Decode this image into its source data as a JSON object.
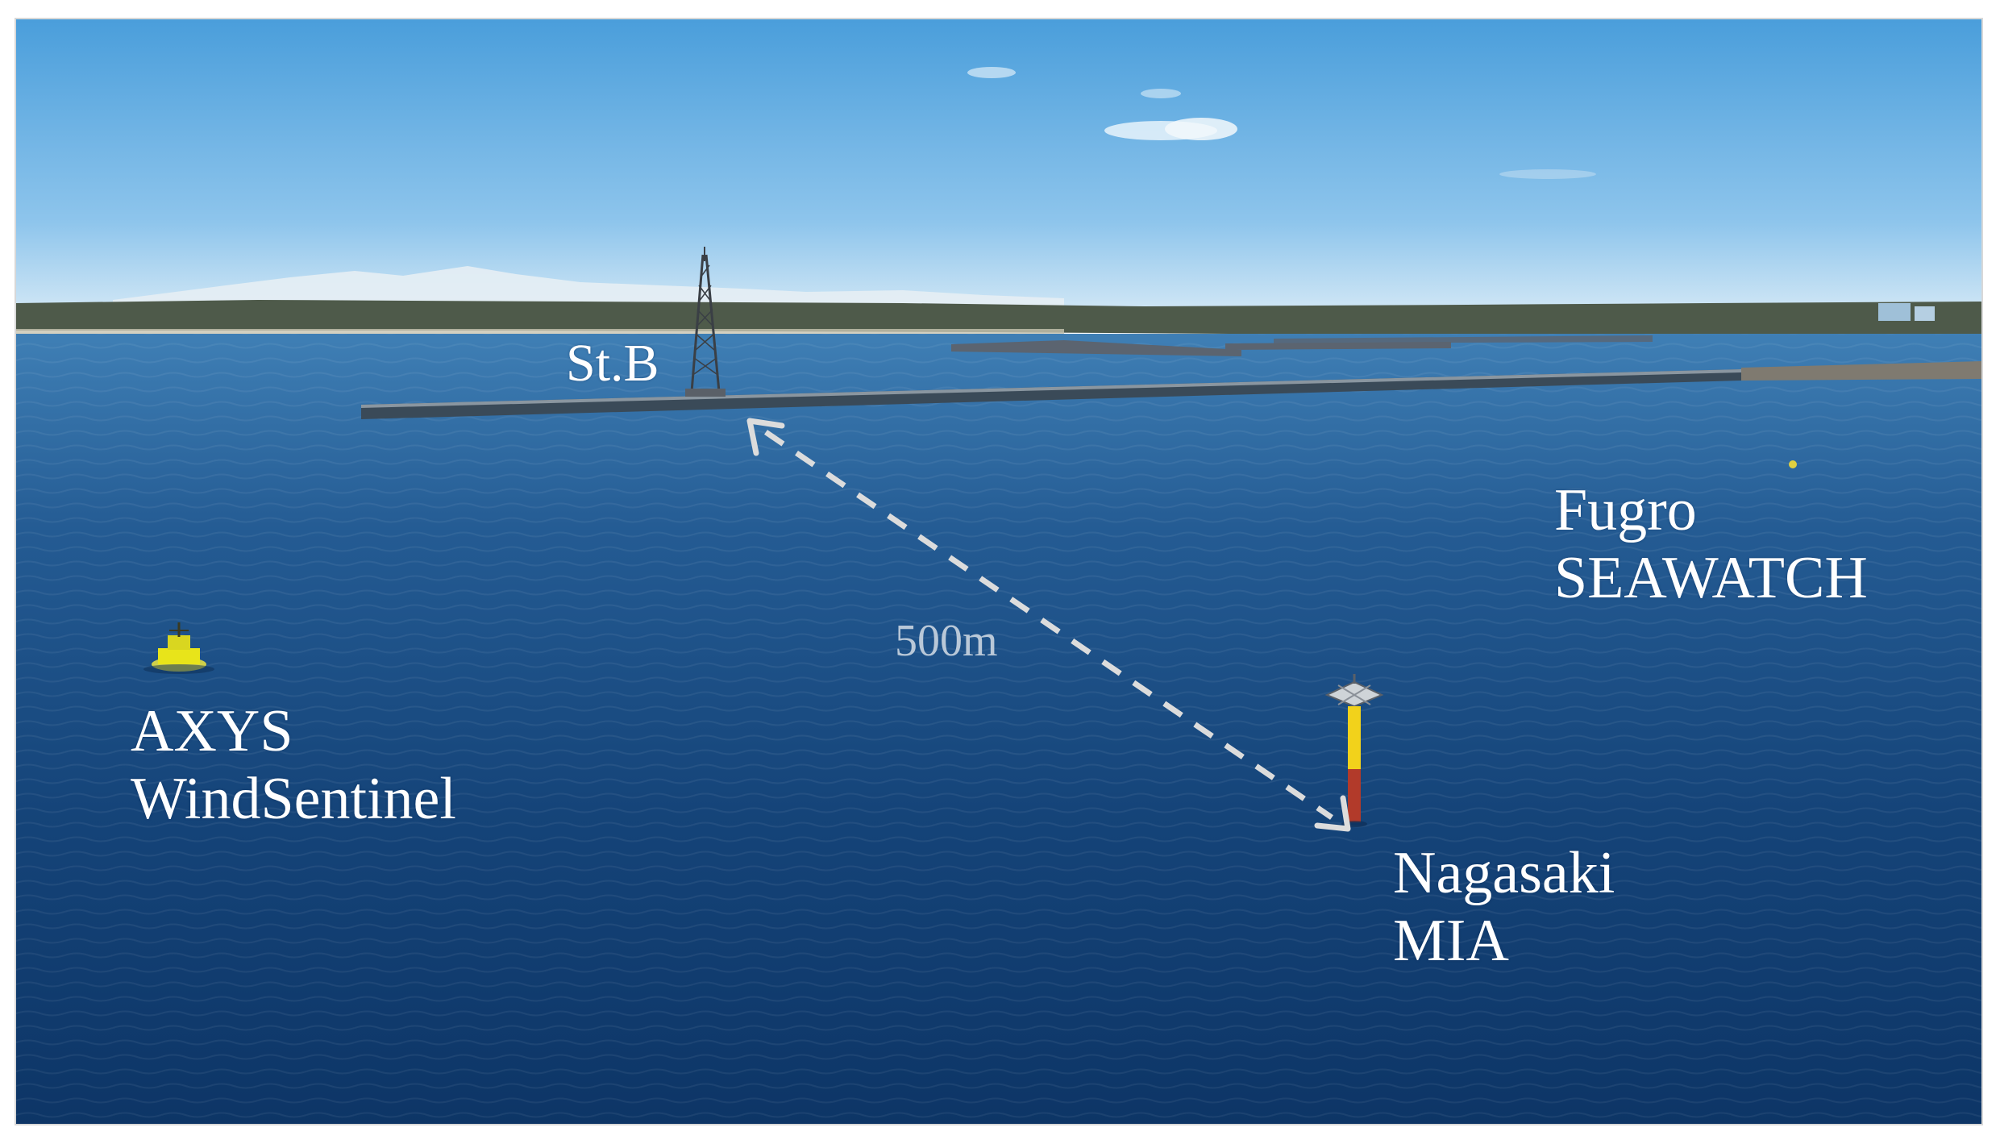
{
  "photo": {
    "colors": {
      "sky_top": "#4a9edb",
      "sky_horizon": "#cfe6f5",
      "sea_far": "#3f7fb5",
      "sea_near": "#0d3566",
      "breakwater": "#3a4a58",
      "buoy_yellow": "#e8e41a",
      "pole_yellow": "#f2d21b",
      "pole_red": "#b23a2a",
      "arrow": "#dcdcdc"
    },
    "labels": {
      "station_b": "St.B",
      "fugro": [
        "Fugro",
        "SEAWATCH"
      ],
      "axys": [
        "AXYS",
        "WindSentinel"
      ],
      "nagasaki": [
        "Nagasaki",
        "MIA"
      ],
      "distance": "500m"
    },
    "icons": [
      "lattice-tower-icon",
      "buoy-icon",
      "pole-buoy-icon",
      "double-arrow-icon"
    ]
  }
}
